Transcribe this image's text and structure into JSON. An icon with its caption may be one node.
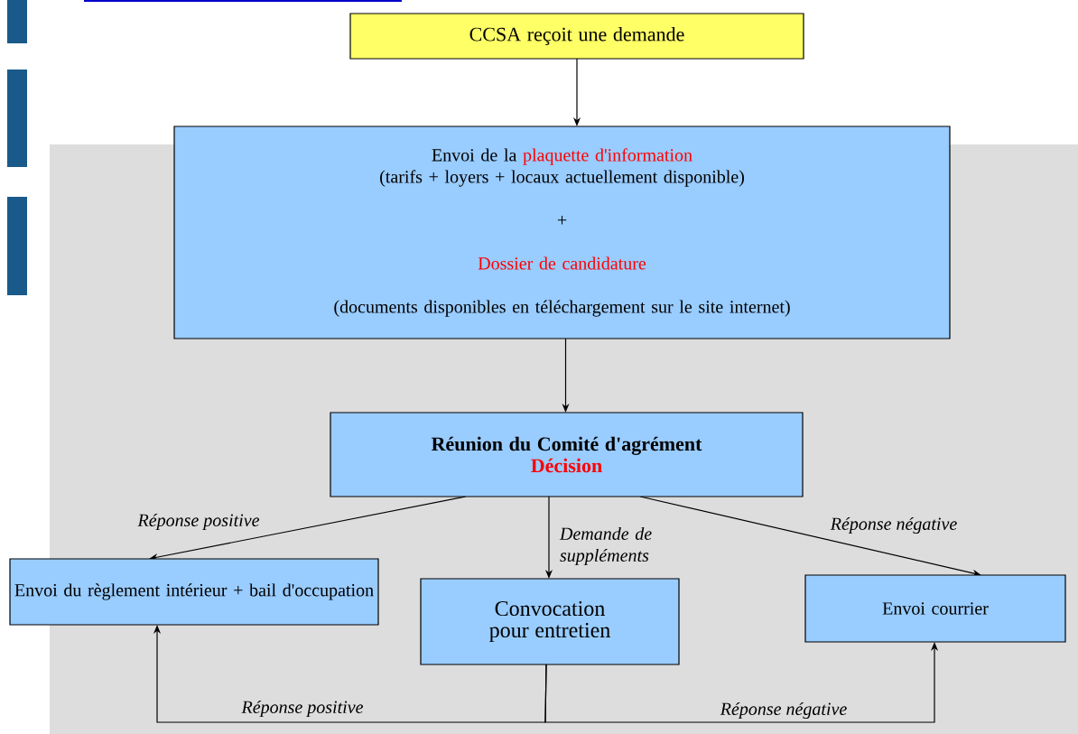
{
  "diagram": {
    "nodes": [
      {
        "text": [
          "CCSA reçoit une demande"
        ]
      },
      {
        "text": [
          "Envoi de la",
          "plaquette d'information",
          "(tarifs + loyers + locaux actuellement disponible)",
          "+",
          "Dossier de candidature",
          "(documents disponibles en téléchargement sur le site internet)"
        ]
      },
      {
        "text": [
          "Réunion du Comité d'agrément",
          "Décision"
        ]
      },
      {
        "text": [
          "Envoi du règlement intérieur + bail d'occupation"
        ]
      },
      {
        "text": [
          "Convocation pour entretien"
        ]
      },
      {
        "text": [
          "Envoi courrier"
        ]
      }
    ],
    "edges": [
      {
        "from": 0,
        "to": 1,
        "arrow": "to"
      },
      {
        "from": 1,
        "to": 2,
        "arrow": "to"
      },
      {
        "from": 2,
        "to": 3,
        "arrow": "to",
        "label": "Réponse positive"
      },
      {
        "from": 2,
        "to": 4,
        "arrow": "to",
        "label": "Demande de suppléments"
      },
      {
        "from": 2,
        "to": 5,
        "arrow": "to",
        "label": "Réponse négative"
      },
      {
        "from": 4,
        "to": 3,
        "arrow": "to",
        "label": "Réponse positive"
      },
      {
        "from": 4,
        "to": 5,
        "arrow": "to",
        "label": "Réponse négative"
      }
    ]
  }
}
